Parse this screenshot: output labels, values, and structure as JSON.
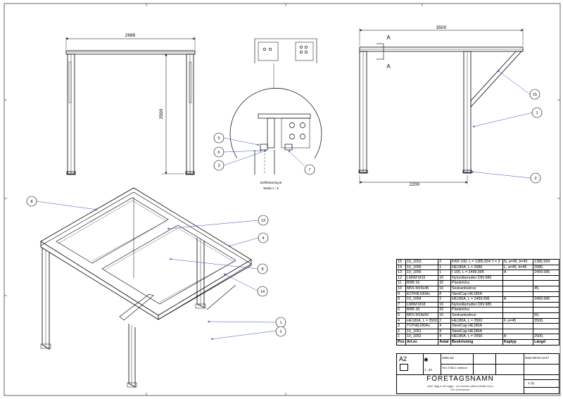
{
  "dimensions": {
    "front_width": "2686",
    "front_height": "2500",
    "side_width": "3500",
    "side_bottom": "2200"
  },
  "section": {
    "letter": "A"
  },
  "detail": {
    "title": "Delförstoring B",
    "scale": "Skala 1 : 5"
  },
  "balloons": [
    "1",
    "2",
    "3",
    "4",
    "5",
    "6",
    "7",
    "8",
    "13",
    "14",
    "15"
  ],
  "bom": {
    "headers": [
      "Pos",
      "Art.nr.",
      "Antal",
      "Beskrivning",
      "Kaptyp",
      "Längd"
    ],
    "rows": [
      [
        "15",
        "10_1053",
        "2",
        "KKR 100, L = 1385.934 T = 3",
        "N, a=45, b=45",
        "1385.934"
      ],
      [
        "14",
        "10_1055",
        "1",
        "HE180A, L = 2686",
        "L, a=45, b=45",
        "2686,"
      ],
      [
        "13",
        "10_1056",
        "1",
        "I 100, L = 2499.996",
        "A",
        "2499.996"
      ],
      [
        "12",
        "LM6M M16",
        "16",
        "Nylonlåsmutter DIN 985",
        "",
        ""
      ],
      [
        "11",
        "BRB 16",
        "32",
        "Planbricka",
        "",
        ""
      ],
      [
        "10",
        "M6S M16x45",
        "16",
        "Sexkantsskruv",
        "",
        "45,"
      ],
      [
        "9",
        "ECPHE180Ax",
        "8",
        "SteelCap HE180A",
        "",
        ""
      ],
      [
        "8",
        "10_1054",
        "2",
        "HE180A, L = 2499.996",
        "A",
        "2499.996"
      ],
      [
        "7",
        "LM6M M18",
        "16",
        "Nylonlåsmutter DIN 985",
        "",
        ""
      ],
      [
        "6",
        "BRB 18",
        "32",
        "Planbricka",
        "",
        ""
      ],
      [
        "5",
        "M6S M18x50",
        "16",
        "Sexkantsskruv",
        "",
        "50,"
      ],
      [
        "4",
        "HE180A, L = 3500",
        "2",
        "HE180A, L = 3500",
        "F, a=45",
        "3500,"
      ],
      [
        "3",
        "TCPHE180Ax",
        "4",
        "SteelCap HE180A",
        "",
        ""
      ],
      [
        "2",
        "10_1051",
        "4",
        "SteelCap HE180A",
        "",
        ""
      ],
      [
        "1",
        "10_1052",
        "4",
        "HE180A, L = 2500",
        "A",
        "2500,"
      ]
    ]
  },
  "titleblock": {
    "size": "A2",
    "scale": "1 : 20",
    "iso": "ISO 2768-1 medium",
    "filename": "1053.iod",
    "date": "2022-08-04 12:47",
    "sheet": "1 (1)",
    "company": "FÖRETAGSNAMN",
    "note": "(eller lägg in din logga - via Inventor-aktiva blottan över) Kör Ur/tontomer"
  }
}
